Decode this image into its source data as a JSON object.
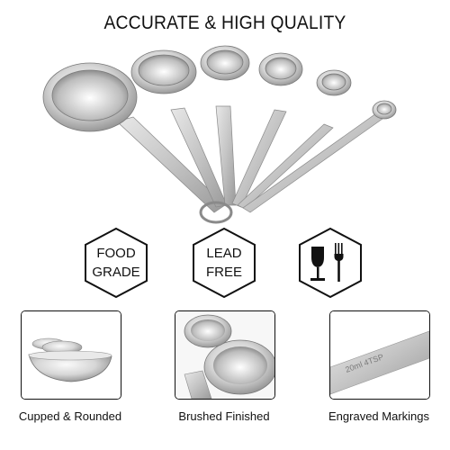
{
  "header": {
    "title": "ACCURATE & HIGH QUALITY"
  },
  "badges": [
    {
      "line1": "FOOD",
      "line2": "GRADE"
    },
    {
      "line1": "LEAD",
      "line2": "FREE"
    },
    {
      "icon": "wine-glass-fork-icon"
    }
  ],
  "features": [
    {
      "caption": "Cupped & Rounded"
    },
    {
      "caption": "Brushed Finished"
    },
    {
      "caption": "Engraved Markings",
      "engraving": "20ml  4TSP"
    }
  ],
  "colors": {
    "steel_light": "#f2f2f2",
    "steel_mid": "#c9c9c9",
    "steel_dark": "#8a8a8a",
    "outline": "#111111"
  }
}
